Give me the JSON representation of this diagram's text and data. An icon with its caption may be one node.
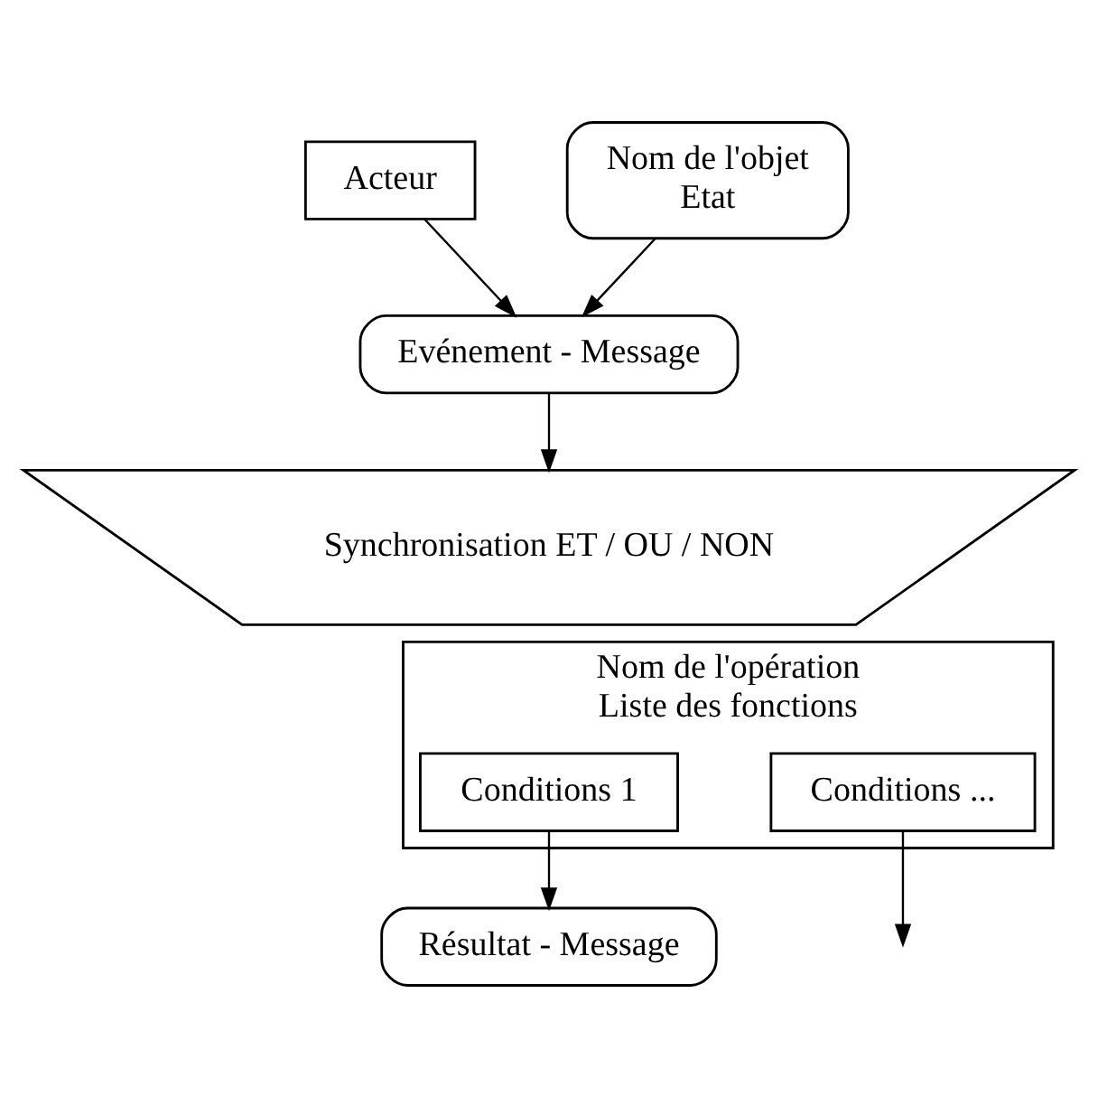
{
  "diagram": {
    "nodes": [
      {
        "text": [
          "Acteur"
        ]
      },
      {
        "text": [
          "Nom de l'objet",
          "Etat"
        ]
      },
      {
        "text": [
          "Evénement - Message"
        ]
      },
      {
        "text": [
          "Synchronisation ET / OU / NON"
        ]
      },
      {
        "text": [
          "Nom de l'opération",
          "Liste des fonctions"
        ]
      },
      {
        "text": [
          "Conditions 1"
        ],
        "in": 4
      },
      {
        "text": [
          "Conditions ..."
        ],
        "in": 4
      },
      {
        "text": [
          "Résultat - Message"
        ]
      }
    ],
    "edges": [
      {
        "from": 0,
        "to": 2,
        "arrow": "to"
      },
      {
        "from": 1,
        "to": 2,
        "arrow": "to"
      },
      {
        "from": 2,
        "to": 3,
        "arrow": "to"
      },
      {
        "from": 5,
        "to": 7,
        "arrow": "to"
      },
      {
        "from": 6,
        "to": null,
        "arrow": "to"
      }
    ]
  }
}
